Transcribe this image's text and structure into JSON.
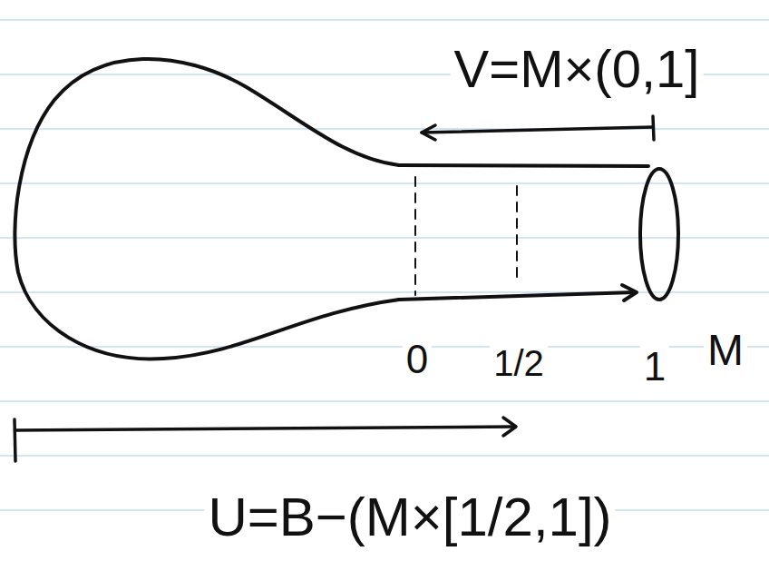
{
  "diagram": {
    "labels": [
      "V=M×(0,1]",
      "0",
      "1/2",
      "1",
      "M",
      "U=B−(M×[1/2,1])"
    ]
  }
}
